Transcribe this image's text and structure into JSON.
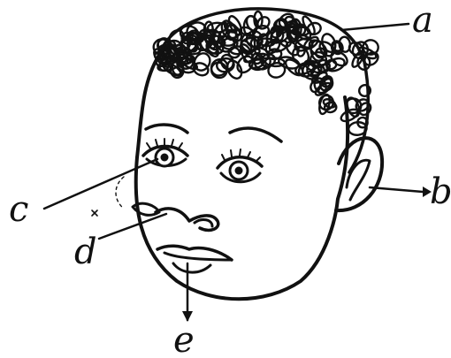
{
  "diagram": {
    "labels": {
      "a": "a",
      "b": "b",
      "c": "c",
      "d": "d",
      "e": "e"
    },
    "colors": {
      "ink": "#111111",
      "paper": "#ffffff"
    }
  }
}
